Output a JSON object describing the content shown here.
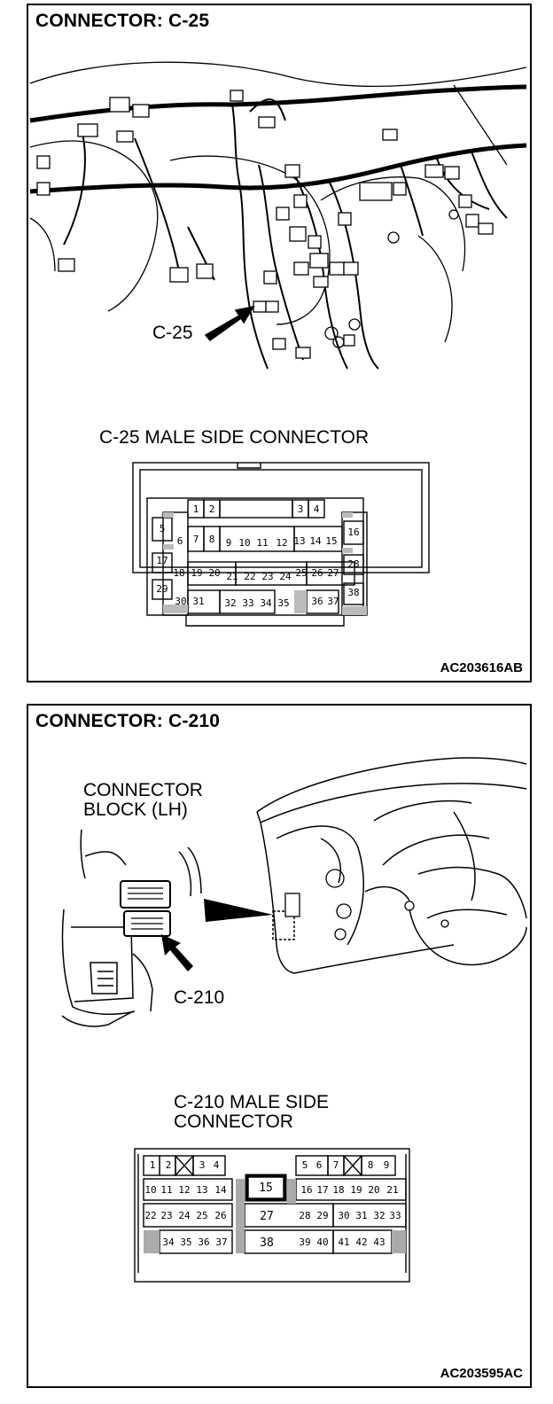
{
  "panels": [
    {
      "title": "CONNECTOR: C-25",
      "callout": "C-25",
      "connector_title": "C-25 MALE SIDE CONNECTOR",
      "code": "AC203616AB"
    },
    {
      "title": "CONNECTOR: C-210",
      "block_label_1": "CONNECTOR",
      "block_label_2": "BLOCK (LH)",
      "callout": "C-210",
      "connector_title_1": "C-210 MALE SIDE",
      "connector_title_2": "CONNECTOR",
      "code": "AC203595AC"
    }
  ],
  "c25_pins": [
    "1",
    "2",
    "3",
    "4",
    "5",
    "6",
    "7",
    "8",
    "9",
    "10",
    "11",
    "12",
    "13",
    "14",
    "15",
    "16",
    "17",
    "18",
    "19",
    "20",
    "21",
    "22",
    "23",
    "24",
    "25",
    "26",
    "27",
    "28",
    "29",
    "30",
    "31",
    "32",
    "33",
    "34",
    "35",
    "36",
    "37",
    "38"
  ],
  "c210_pins": [
    "1",
    "2",
    "3",
    "4",
    "5",
    "6",
    "7",
    "8",
    "9",
    "10",
    "11",
    "12",
    "13",
    "14",
    "15",
    "16",
    "17",
    "18",
    "19",
    "20",
    "21",
    "22",
    "23",
    "24",
    "25",
    "26",
    "27",
    "28",
    "29",
    "30",
    "31",
    "32",
    "33",
    "34",
    "35",
    "36",
    "37",
    "38",
    "39",
    "40",
    "41",
    "42",
    "43"
  ]
}
